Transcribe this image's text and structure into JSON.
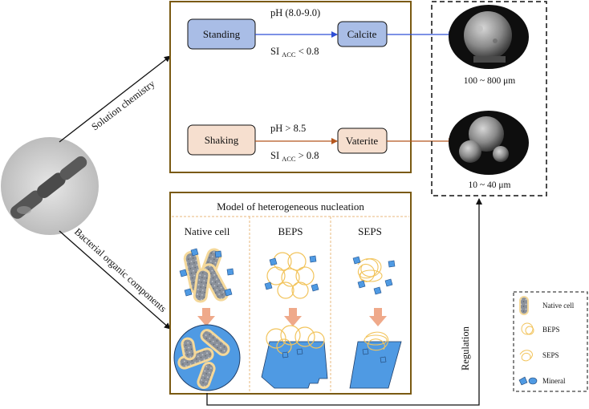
{
  "solution_chemistry": {
    "branch_label": "Solution chemistry",
    "standing": {
      "label": "Standing",
      "condition_ph": "pH (8.0-9.0)",
      "si_prefix": "SI",
      "si_sub": "ACC",
      "si_suffix": " < 0.8",
      "product": "Calcite"
    },
    "shaking": {
      "label": "Shaking",
      "condition_ph": "pH > 8.5",
      "si_prefix": "SI",
      "si_sub": "ACC",
      "si_suffix": " > 0.8",
      "product": "Vaterite"
    }
  },
  "sizes": {
    "calcite_size": "100 ~ 800 μm",
    "vaterite_size": "10 ~ 40 μm"
  },
  "organic": {
    "branch_label": "Bacterial organic components",
    "model_title": "Model of heterogeneous nucleation",
    "col_native": "Native cell",
    "col_beps": "BEPS",
    "col_seps": "SEPS"
  },
  "regulation_label": "Regulation",
  "legend": {
    "native": "Native cell",
    "beps": "BEPS",
    "seps": "SEPS",
    "mineral": "Mineral"
  },
  "colors": {
    "blue_box": "#a9bde6",
    "peach_box": "#f6dfcf",
    "frame": "#7a5a12",
    "arrow_blue": "#2f4fd6",
    "arrow_brown": "#b5561d",
    "mineral": "#4f9ae3",
    "cell_fill": "#7d8590",
    "cell_outline": "#f4d89a",
    "peach_arrow": "#efa98a"
  }
}
